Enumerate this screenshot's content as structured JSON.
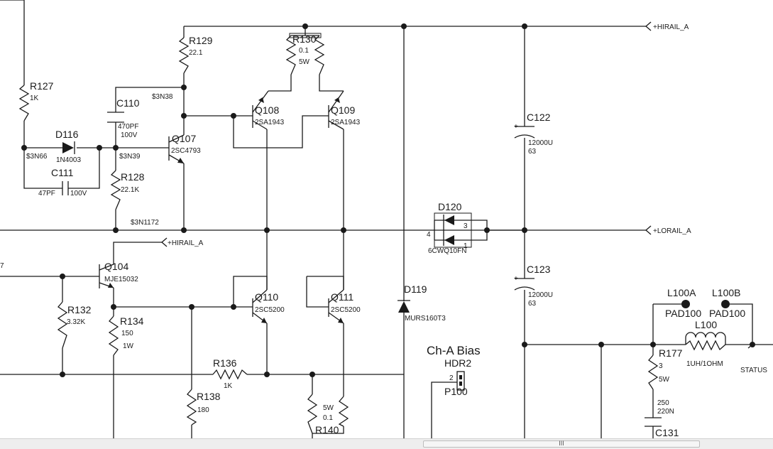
{
  "labels": {
    "r127": "R127",
    "r127_v": "1K",
    "r129": "R129",
    "r129_v": "22.1",
    "r130": "R130",
    "r130_v1": "0.1",
    "r130_v2": "5W",
    "c110": "C110",
    "c110_v1": "470PF",
    "c110_v2": "100V",
    "n3n38": "$3N38",
    "n3n66": "$3N66",
    "n3n39": "$3N39",
    "n3n1172": "$3N1172",
    "d116": "D116",
    "d116_v": "1N4003",
    "c111": "C111",
    "c111_v1": "47PF",
    "c111_v2": "100V",
    "r128": "R128",
    "r128_v": "22.1K",
    "q107": "Q107",
    "q107_v": "2SC4793",
    "q108": "Q108",
    "q108_v": "2SA1943",
    "q109": "Q109",
    "q109_v": "2SA1943",
    "c122": "C122",
    "c122_v1": "12000U",
    "c122_v2": "63",
    "c123": "C123",
    "c123_v1": "12000U",
    "c123_v2": "63",
    "d120": "D120",
    "d120_v": "6CWQ10FN",
    "d120_p1": "4",
    "d120_p2": "3",
    "d120_p3": "1",
    "hirail_top": "+HIRAIL_A",
    "lorail": "+LORAIL_A",
    "hirail_mid": "+HIRAIL_A",
    "q104": "Q104",
    "q104_v": "MJE15032",
    "left_edge": "7",
    "r132": "R132",
    "r132_v": "3.32K",
    "r134": "R134",
    "r134_v1": "150",
    "r134_v2": "1W",
    "q110": "Q110",
    "q110_v": "2SC5200",
    "q111": "Q111",
    "q111_v": "2SC5200",
    "d119": "D119",
    "d119_v": "MURS160T3",
    "r136": "R136",
    "r136_v": "1K",
    "r138": "R138",
    "r138_v": "180",
    "r140": "R140",
    "r140_v1": "5W",
    "r140_v2": "0.1",
    "cha_bias": "Ch-A Bias",
    "hdr2": "HDR2",
    "hdr_pin": "2",
    "p100": "P100",
    "l100a": "L100A",
    "l100b": "L100B",
    "pad_a": "PAD100",
    "pad_b": "PAD100",
    "l100": "L100",
    "l100_v": "1UH/1OHM",
    "r177": "R177",
    "r177_v1": "3",
    "r177_v2": "5W",
    "c131_v1": "250",
    "c131_v2": "220N",
    "c131": "C131",
    "status": "STATUS",
    "scroll_grip": "III"
  }
}
